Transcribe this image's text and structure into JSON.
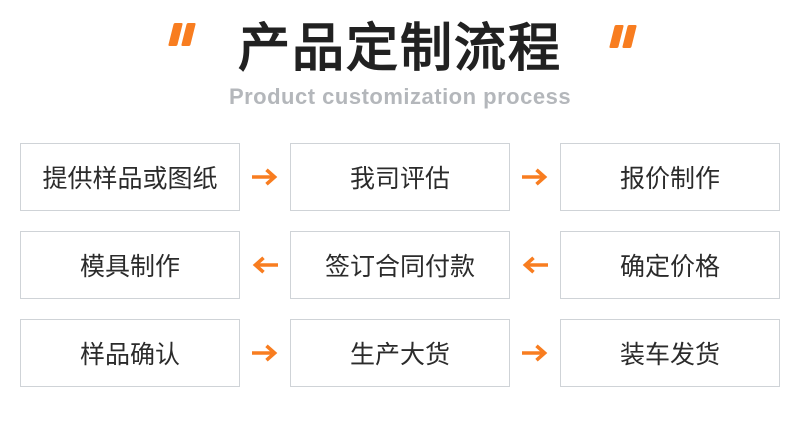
{
  "header": {
    "title": "产品定制流程",
    "subtitle": "Product customization process"
  },
  "flow": {
    "rows": [
      {
        "direction": "right",
        "steps": [
          "提供样品或图纸",
          "我司评估",
          "报价制作"
        ]
      },
      {
        "direction": "left",
        "steps": [
          "模具制作",
          "签订合同付款",
          "确定价格"
        ]
      },
      {
        "direction": "right",
        "steps": [
          "样品确认",
          "生产大货",
          "装车发货"
        ]
      }
    ]
  },
  "icons": {
    "open_quote": "“",
    "close_quote": "”",
    "arrow_right": "→",
    "arrow_left": "←"
  },
  "colors": {
    "accent": "#F87D20",
    "title": "#212121",
    "subtitle": "#B4B7BB",
    "box-border": "#CFD3D7",
    "box-text": "#2B2B2B",
    "background": "#FFFFFF"
  }
}
